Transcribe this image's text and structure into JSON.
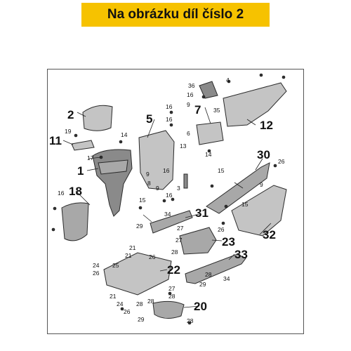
{
  "banner": {
    "text": "Na obrázku díl číslo 2",
    "color": "#f6c200"
  },
  "part_numbers": {
    "p1": "1",
    "p2": "2",
    "p3": "3",
    "p4": "4",
    "p5": "5",
    "p6": "6",
    "p7": "7",
    "p8": "8",
    "p9": "9",
    "p11": "11",
    "p12": "12",
    "p13": "13",
    "p14": "14",
    "p15": "15",
    "p16": "16",
    "p17": "17",
    "p18": "18",
    "p19": "19",
    "p20": "20",
    "p21": "21",
    "p22": "22",
    "p23": "23",
    "p24": "24",
    "p25": "25",
    "p26": "26",
    "p27": "27",
    "p28": "28",
    "p29": "29",
    "p30": "30",
    "p31": "31",
    "p32": "32",
    "p33": "33",
    "p34": "34",
    "p35": "35",
    "p36": "36"
  }
}
